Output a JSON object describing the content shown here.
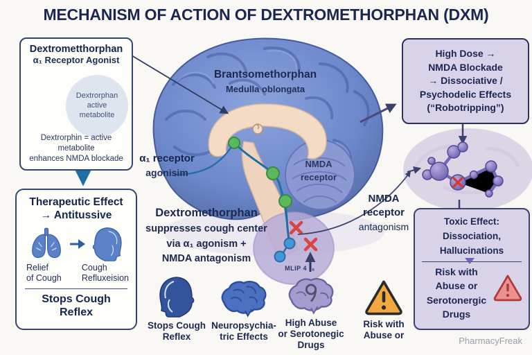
{
  "title": "MECHANISM OF ACTION OF DEXTROMETHORPHAN (DXM)",
  "watermark": "PharmacyFreak",
  "left_top_box": {
    "heading": "Dextrometthorphan",
    "subheading": "α₁ Receptor Agonist",
    "circle_line1": "Dextrorphan",
    "circle_line2": "active",
    "circle_line3": "metabolite",
    "footer_line1": "Dextrorphin = active",
    "footer_line2": "metabolite",
    "footer_line3": "enhances NMDA blockade"
  },
  "left_bottom_box": {
    "heading_line1": "Therapeutic Effect",
    "heading_line2": "→ Antitussive",
    "left_caption_line1": "Relief",
    "left_caption_line2": "of Cough",
    "right_caption_line1": "Cough",
    "right_caption_line2": "Refluxeision",
    "footer_line1": "Stops Cough",
    "footer_line2": "Reflex"
  },
  "brain": {
    "label_main": "Brantsomethorphan",
    "label_sub": "Medulla oblongata",
    "alpha_line1": "α₁ receptor",
    "alpha_line2": "agonisim",
    "nmda_receptor_line1": "NMDA",
    "nmda_receptor_line2": "receptor",
    "synapse_label": "MLIP 4 ₁₆"
  },
  "center_text": {
    "line1": "Dextromethorphan",
    "line2": "suppresses cough center",
    "line3": "via α₁ agonism +",
    "line4": "NMDA antagonism"
  },
  "nmda_antagonism": {
    "line1": "NMDA",
    "line2": "receptor",
    "line3": "antagonism"
  },
  "right_top_box": {
    "line1": "High Dose →",
    "line2": "NMDA Blockade",
    "line3": "→ Dissociative /",
    "line4": "Psychodelic Effects",
    "line5": "(“Robotripping”)"
  },
  "right_bottom_box": {
    "line1": "Toxic Effect:",
    "line2": "Dissociation,",
    "line3": "Hallucinations",
    "risk_line1": "Risk with",
    "risk_line2": "Abuse or",
    "risk_line3": "Serotonergic",
    "risk_line4": "Drugs"
  },
  "bottom_icons": [
    {
      "icon": "head-profile-icon",
      "label_line1": "Stops Cough",
      "label_line2": "Reflex"
    },
    {
      "icon": "brain-icon",
      "label_line1": "Neuropsychia-",
      "label_line2": "tric Effects"
    },
    {
      "icon": "purple-brain-icon",
      "label_line1": "High Abuse",
      "label_line2": "or Serotonegic",
      "label_line3": "Drugs"
    },
    {
      "icon": "warning-triangle-icon",
      "label_line1": "Risk with",
      "label_line2": "Abuse or"
    }
  ],
  "colors": {
    "background": "#faf8f4",
    "navy_text": "#1b2750",
    "box_border": "#33466b",
    "lavender_box": "#d9d3e9",
    "teal_arrow": "#1e6fa5",
    "brain_blue": "#6d89cc",
    "peach": "#f3d9c6",
    "green_dot": "#5cb85c",
    "red_x": "#d94444",
    "molecule_purple": "#8274bd",
    "warning_orange": "#f1a83e",
    "risk_pink": "#eb9191"
  }
}
